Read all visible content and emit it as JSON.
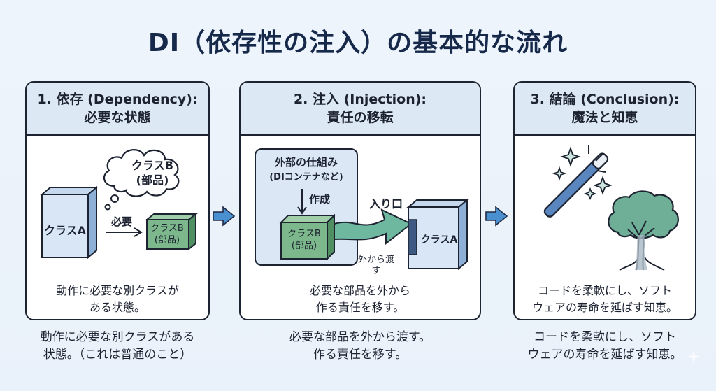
{
  "title": "DI（依存性の注入）の基本的な流れ",
  "colors": {
    "background": "#eaf2fb",
    "panel_header": "#dde8f5",
    "class_a_box": "#d9e6f5",
    "class_b_box": "#7cb88c",
    "injection_arrow": "#6fb8a0",
    "step_arrow": "#4a8fcf",
    "outline": "#1d2330",
    "title_text": "#17294a"
  },
  "panels": [
    {
      "heading_line1": "1. 依存 (Dependency):",
      "heading_line2": "必要な状態",
      "thought_bubble": {
        "line1": "クラスB",
        "line2": "(部品)"
      },
      "class_a_label": "クラスA",
      "arrow_label": "必要",
      "class_b": {
        "line1": "クラスB",
        "line2": "(部品)"
      },
      "caption_line1": "動作に必要な別クラスが",
      "caption_line2": "ある状態。"
    },
    {
      "heading_line1": "2. 注入 (Injection):",
      "heading_line2": "責任の移転",
      "container": {
        "line1": "外部の仕組み",
        "line2": "(DIコンテナなど)"
      },
      "create_label": "作成",
      "class_b": {
        "line1": "クラスB",
        "line2": "(部品)"
      },
      "entry_label": "入り口",
      "pass_label_line1": "外から渡",
      "pass_label_line2": "す",
      "class_a_label": "クラスA",
      "caption_line1": "必要な部品を外から",
      "caption_line2": "作る責任を移す。"
    },
    {
      "heading_line1": "3. 結論 (Conclusion):",
      "heading_line2": "魔法と知恵",
      "icons": [
        "magic-wand-icon",
        "sparkle-icon",
        "tree-icon"
      ],
      "caption_line1": "コードを柔軟にし、ソフト",
      "caption_line2": "ウェアの寿命を延ばす知恵。"
    }
  ],
  "bottom_notes": [
    {
      "line1": "動作に必要な別クラスがある",
      "line2": "状態。（これは普通のこと）"
    },
    {
      "line1": "必要な部品を外から渡す。",
      "line2": "作る責任を移す。"
    },
    {
      "line1": "コードを柔軟にし、ソフト",
      "line2": "ウェアの寿命を延ばす知恵。"
    }
  ]
}
